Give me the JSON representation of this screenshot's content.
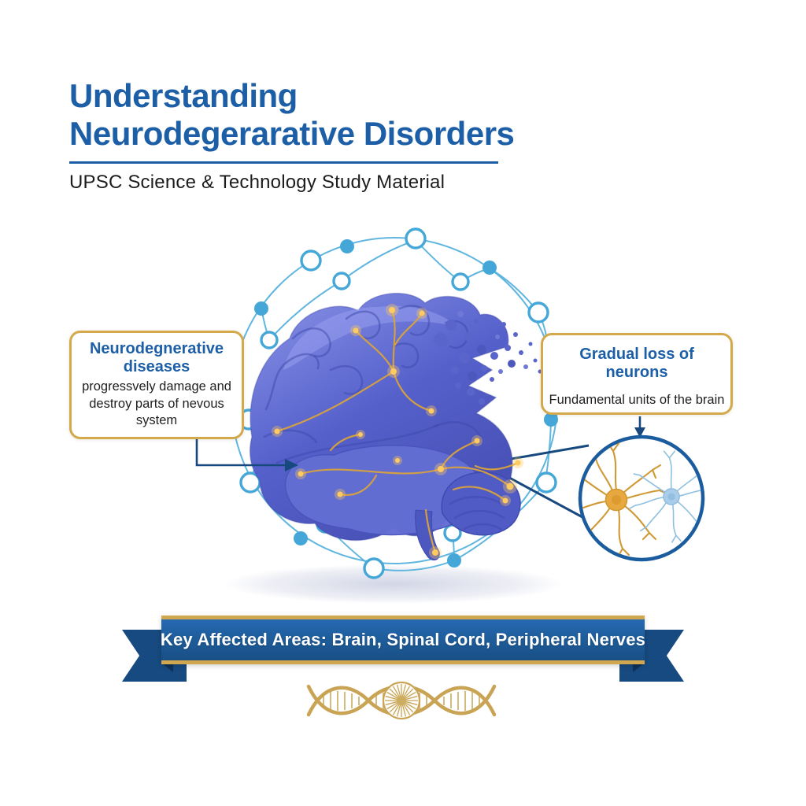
{
  "header": {
    "title_line1": "Understanding",
    "title_line2": "Neurodegerarative Disorders",
    "subtitle": "UPSC Science & Technology Study Material"
  },
  "callouts": {
    "left": {
      "title": "Neurodegnerative diseases",
      "body": "progressvely damage and destroy parts of nevous system"
    },
    "right": {
      "title": "Gradual loss of neurons",
      "body": "Fundamental units of the brain"
    }
  },
  "ribbon": {
    "label": "Key Affected Areas: Brain, Spinal Cord, Peripheral Nerves"
  },
  "icons": {
    "brain": "brain-illustration",
    "network": "neural-network-circle",
    "fragments": "dissolving-neurons",
    "magnifier": "neuron-magnifier-circle",
    "gold_neuron": "degenerating-neuron-icon",
    "blue_neuron": "healthy-neuron-icon",
    "dna": "dna-helix-icon"
  },
  "colors": {
    "title_blue": "#1d5fa7",
    "gold_border": "#d4a94c",
    "network_blue": "#45a7d8",
    "navy_arrow": "#17497e",
    "ribbon_blue": "#1e5fa5",
    "ribbon_tail_navy": "#174a80",
    "brain_purple": "#5560cb",
    "neural_gold": "#d8a23c",
    "dna_gold": "#c9a455"
  }
}
